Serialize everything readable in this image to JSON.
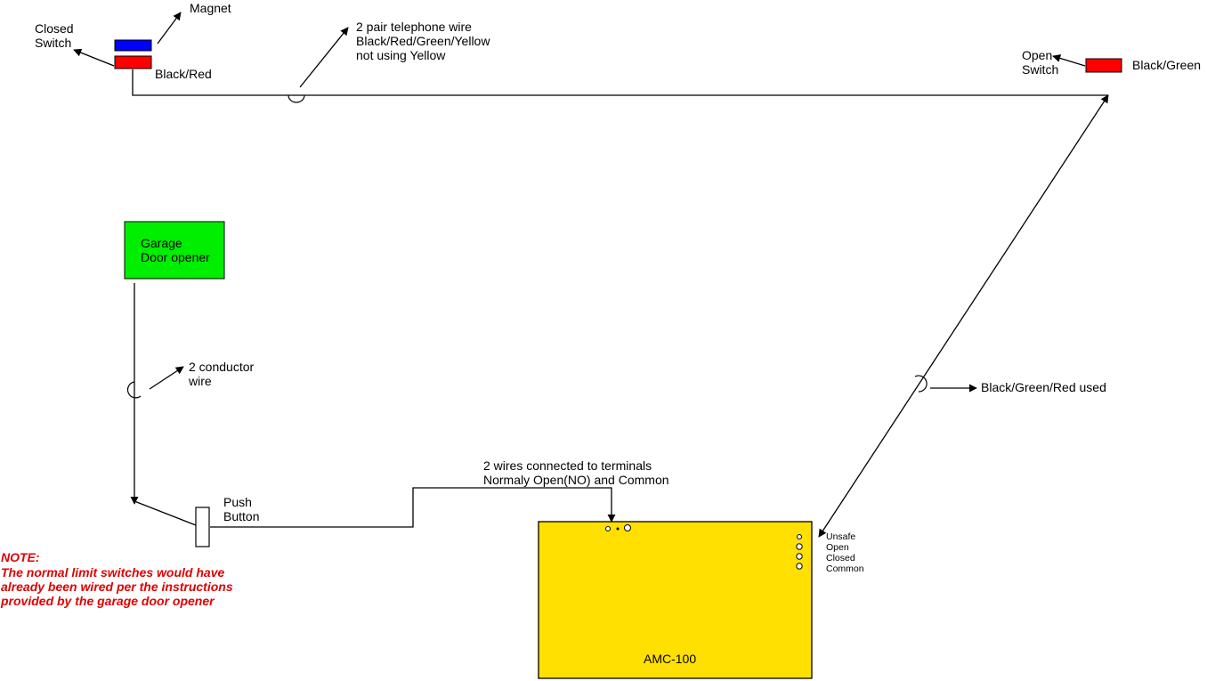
{
  "labels": {
    "magnet": "Magnet",
    "closed_switch": [
      "Closed",
      "Switch"
    ],
    "closed_wire_colors": "Black/Red",
    "telephone_wire": [
      "2 pair telephone wire",
      "Black/Red/Green/Yellow",
      "not using Yellow"
    ],
    "open_switch": [
      "Open",
      "Switch"
    ],
    "open_wire_colors": "Black/Green",
    "garage_opener": [
      "Garage",
      "Door opener"
    ],
    "conductor_wire": [
      "2 conductor",
      "wire"
    ],
    "push_button": [
      "Push",
      "Button"
    ],
    "terminals_note": [
      "2 wires connected to terminals",
      "Normaly Open(NO) and Common"
    ],
    "used_colors": "Black/Green/Red used",
    "amc": "AMC-100",
    "terminals": [
      "Unsafe",
      "Open",
      "Closed",
      "Common"
    ],
    "note": [
      "NOTE:",
      "The normal limit switches would have",
      "already been wired per the instructions",
      "provided by the garage door opener"
    ]
  },
  "colors": {
    "magnet": "#0000ff",
    "switch": "#ff0000",
    "garage_opener": "#00ee00",
    "amc_box": "#ffe000",
    "note_text": "#e00000"
  }
}
